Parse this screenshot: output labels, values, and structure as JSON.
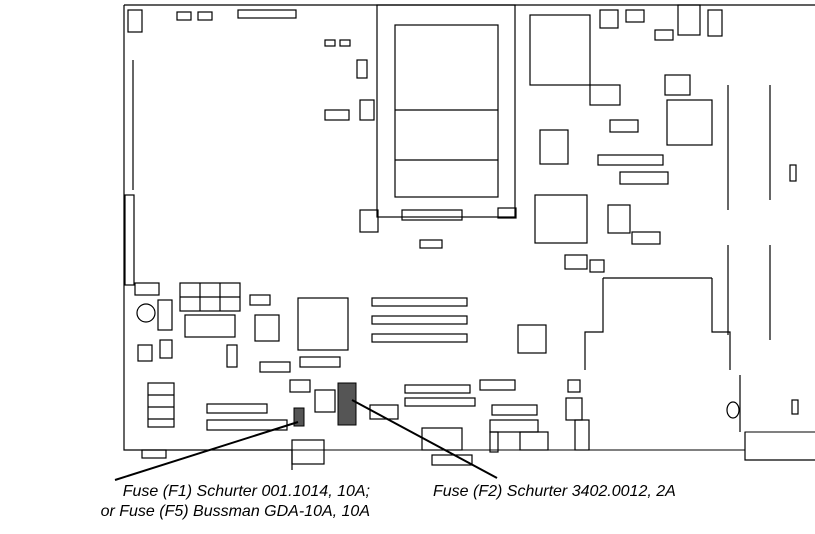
{
  "labels": {
    "fuse_f1_line1": "Fuse (F1) Schurter 001.1014, 10A;",
    "fuse_f1_line2": "or Fuse (F5) Bussman GDA-10A, 10A",
    "fuse_f2": "Fuse (F2) Schurter 3402.0012, 2A"
  },
  "colors": {
    "outline": "#000000",
    "component_fill": "#ffffff",
    "highlight_fuse": "#555555"
  }
}
